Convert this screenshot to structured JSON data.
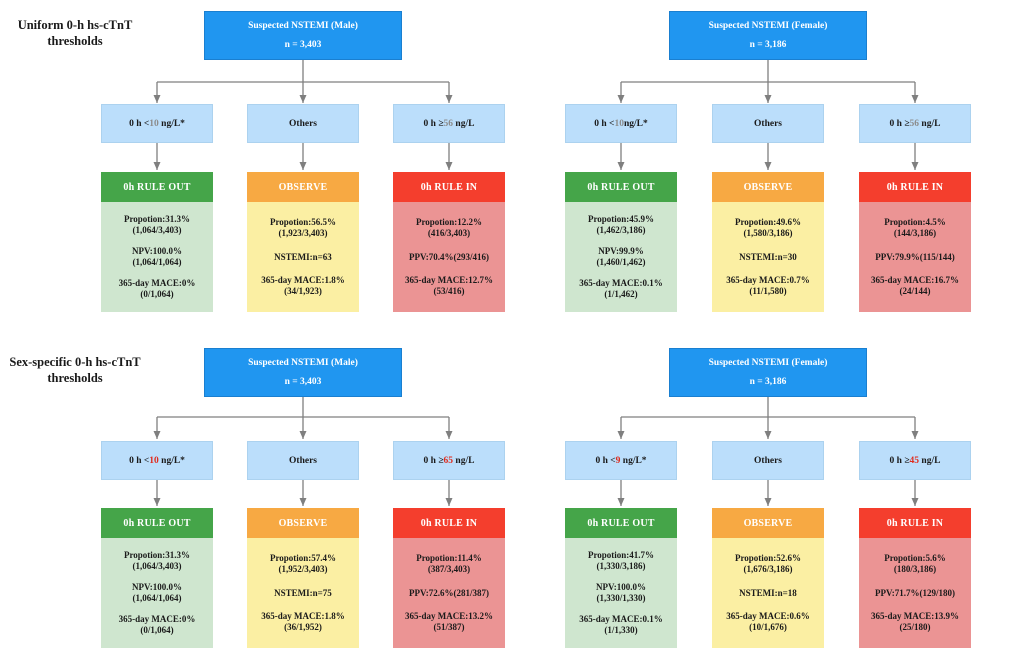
{
  "colors": {
    "root_blue": "#2096f0",
    "branch_light_blue": "#bbdefb",
    "rule_out_green": "#45a549",
    "rule_out_body_green": "#cfe6cf",
    "observe_orange": "#f7a943",
    "observe_body_yellow": "#fbefa3",
    "rule_in_red": "#f43e2d",
    "rule_in_body_red": "#eb9494",
    "uniform_threshold_gray": "#8c8c8c",
    "sex_specific_threshold_red": "#e02b1d",
    "arrow_gray": "#7f7f7f"
  },
  "row_labels": [
    {
      "line1": "Uniform 0-h hs-cTnT",
      "line2": "thresholds"
    },
    {
      "line1": "Sex-specific 0-h hs-cTnT",
      "line2": "thresholds"
    }
  ],
  "charts": [
    {
      "root": {
        "title": "Suspected NSTEMI (Male)",
        "n": "n = 3,403"
      },
      "branches": [
        {
          "prefix": "0 h <",
          "value": "10",
          "suffix": " ng/L*",
          "value_color": "#8c8c8c"
        },
        {
          "label": "Others"
        },
        {
          "prefix": "0 h ≥",
          "value": "56",
          "suffix": " ng/L",
          "value_color": "#8c8c8c"
        }
      ],
      "outcomes": [
        {
          "header": "0h RULE OUT",
          "groups": [
            [
              "Propotion:31.3%",
              "(1,064/3,403)"
            ],
            [
              "NPV:100.0%",
              "(1,064/1,064)"
            ],
            [
              "365-day MACE:0%",
              "(0/1,064)"
            ]
          ]
        },
        {
          "header": "OBSERVE",
          "groups": [
            [
              "Propotion:56.5%",
              "(1,923/3,403)"
            ],
            [
              "NSTEMI:n=63"
            ],
            [
              "365-day MACE:1.8%",
              "(34/1,923)"
            ]
          ]
        },
        {
          "header": "0h RULE IN",
          "groups": [
            [
              "Propotion:12.2%",
              "(416/3,403)"
            ],
            [
              "PPV:70.4%(293/416)"
            ],
            [
              "365-day MACE:12.7%",
              "(53/416)"
            ]
          ]
        }
      ]
    },
    {
      "root": {
        "title": "Suspected NSTEMI (Female)",
        "n": "n = 3,186"
      },
      "branches": [
        {
          "prefix": "0 h <",
          "value": "10",
          "suffix": "ng/L*",
          "value_color": "#8c8c8c"
        },
        {
          "label": "Others"
        },
        {
          "prefix": "0 h ≥",
          "value": "56",
          "suffix": " ng/L",
          "value_color": "#8c8c8c"
        }
      ],
      "outcomes": [
        {
          "header": "0h RULE OUT",
          "groups": [
            [
              "Propotion:45.9%",
              "(1,462/3,186)"
            ],
            [
              "NPV:99.9%",
              "(1,460/1,462)"
            ],
            [
              "365-day MACE:0.1%",
              "(1/1,462)"
            ]
          ]
        },
        {
          "header": "OBSERVE",
          "groups": [
            [
              "Propotion:49.6%",
              "(1,580/3,186)"
            ],
            [
              "NSTEMI:n=30"
            ],
            [
              "365-day MACE:0.7%",
              "(11/1,580)"
            ]
          ]
        },
        {
          "header": "0h RULE IN",
          "groups": [
            [
              "Propotion:4.5%",
              "(144/3,186)"
            ],
            [
              "PPV:79.9%(115/144)"
            ],
            [
              "365-day MACE:16.7%",
              "(24/144)"
            ]
          ]
        }
      ]
    },
    {
      "root": {
        "title": "Suspected NSTEMI (Male)",
        "n": "n = 3,403"
      },
      "branches": [
        {
          "prefix": "0 h <",
          "value": "10",
          "suffix": " ng/L*",
          "value_color": "#e02b1d"
        },
        {
          "label": "Others"
        },
        {
          "prefix": "0 h ≥",
          "value": "65",
          "suffix": " ng/L",
          "value_color": "#e02b1d"
        }
      ],
      "outcomes": [
        {
          "header": "0h RULE OUT",
          "groups": [
            [
              "Propotion:31.3%",
              "(1,064/3,403)"
            ],
            [
              "NPV:100.0%",
              "(1,064/1,064)"
            ],
            [
              "365-day MACE:0%",
              "(0/1,064)"
            ]
          ]
        },
        {
          "header": "OBSERVE",
          "groups": [
            [
              "Propotion:57.4%",
              "(1,952/3,403)"
            ],
            [
              "NSTEMI:n=75"
            ],
            [
              "365-day MACE:1.8%",
              "(36/1,952)"
            ]
          ]
        },
        {
          "header": "0h RULE IN",
          "groups": [
            [
              "Propotion:11.4%",
              "(387/3,403)"
            ],
            [
              "PPV:72.6%(281/387)"
            ],
            [
              "365-day MACE:13.2%",
              "(51/387)"
            ]
          ]
        }
      ]
    },
    {
      "root": {
        "title": "Suspected NSTEMI (Female)",
        "n": "n = 3,186"
      },
      "branches": [
        {
          "prefix": "0 h <",
          "value": "9",
          "suffix": " ng/L*",
          "value_color": "#e02b1d"
        },
        {
          "label": "Others"
        },
        {
          "prefix": "0 h ≥",
          "value": "45",
          "suffix": " ng/L",
          "value_color": "#e02b1d"
        }
      ],
      "outcomes": [
        {
          "header": "0h RULE OUT",
          "groups": [
            [
              "Propotion:41.7%",
              "(1,330/3,186)"
            ],
            [
              "NPV:100.0%",
              "(1,330/1,330)"
            ],
            [
              "365-day MACE:0.1%",
              "(1/1,330)"
            ]
          ]
        },
        {
          "header": "OBSERVE",
          "groups": [
            [
              "Propotion:52.6%",
              "(1,676/3,186)"
            ],
            [
              "NSTEMI:n=18"
            ],
            [
              "365-day MACE:0.6%",
              "(10/1,676)"
            ]
          ]
        },
        {
          "header": "0h RULE IN",
          "groups": [
            [
              "Propotion:5.6%",
              "(180/3,186)"
            ],
            [
              "PPV:71.7%(129/180)"
            ],
            [
              "365-day MACE:13.9%",
              "(25/180)"
            ]
          ]
        }
      ]
    }
  ]
}
